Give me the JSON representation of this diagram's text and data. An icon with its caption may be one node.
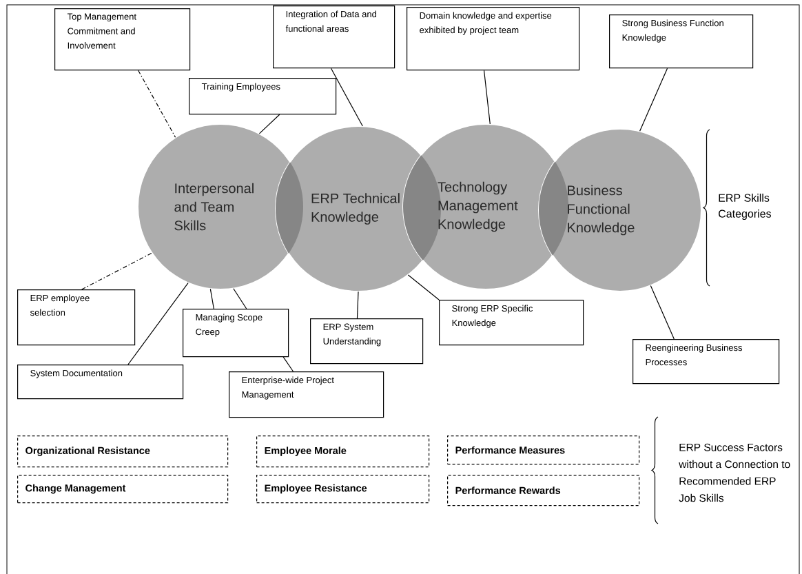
{
  "diagram": {
    "nodes": [
      {
        "text": [
          "Top Management Commitment and Involvement"
        ]
      },
      {
        "text": [
          "Integration of Data and functional areas"
        ]
      },
      {
        "text": [
          "Domain knowledge and expertise exhibited by project team"
        ]
      },
      {
        "text": [
          "Strong Business Function Knowledge"
        ]
      },
      {
        "text": [
          "Training Employees"
        ]
      },
      {
        "text": [
          "Interpersonal and Team Skills"
        ]
      },
      {
        "text": [
          "ERP Technical Knowledge"
        ]
      },
      {
        "text": [
          "Technology Management Knowledge"
        ]
      },
      {
        "text": [
          "Business Functional Knowledge"
        ]
      },
      {
        "text": [
          "ERP employee selection"
        ]
      },
      {
        "text": [
          "Managing Scope Creep"
        ]
      },
      {
        "text": [
          "ERP System Understanding"
        ]
      },
      {
        "text": [
          "Strong ERP Specific Knowledge"
        ]
      },
      {
        "text": [
          "Reengineering Business Processes"
        ]
      },
      {
        "text": [
          "System Documentation"
        ]
      },
      {
        "text": [
          "Enterprise-wide Project Management"
        ]
      },
      {
        "text": [
          "Organizational Resistance"
        ]
      },
      {
        "text": [
          "Employee Morale"
        ]
      },
      {
        "text": [
          "Performance Measures"
        ]
      },
      {
        "text": [
          "Change Management"
        ]
      },
      {
        "text": [
          "Employee Resistance"
        ]
      },
      {
        "text": [
          "Performance Rewards"
        ]
      }
    ],
    "edges": [
      {
        "from": 0,
        "to": 5,
        "arrow": "none",
        "style": "dashed"
      },
      {
        "from": 4,
        "to": 5,
        "arrow": "none"
      },
      {
        "from": 1,
        "to": 6,
        "arrow": "none"
      },
      {
        "from": 2,
        "to": 7,
        "arrow": "none"
      },
      {
        "from": 3,
        "to": 8,
        "arrow": "none"
      },
      {
        "from": 9,
        "to": 5,
        "arrow": "none",
        "style": "dashed"
      },
      {
        "from": 14,
        "to": 5,
        "arrow": "none"
      },
      {
        "from": 10,
        "to": 5,
        "arrow": "none"
      },
      {
        "from": 10,
        "to": 5,
        "arrow": "none"
      },
      {
        "from": 10,
        "to": 15,
        "arrow": "none"
      },
      {
        "from": 11,
        "to": 6,
        "arrow": "none"
      },
      {
        "from": 12,
        "to": 6,
        "arrow": "none"
      },
      {
        "from": 13,
        "to": 8,
        "arrow": "none"
      }
    ],
    "labels": [
      "ERP Skills Categories",
      "ERP Success Factors without a Connection to Recommended ERP Job Skills"
    ]
  }
}
